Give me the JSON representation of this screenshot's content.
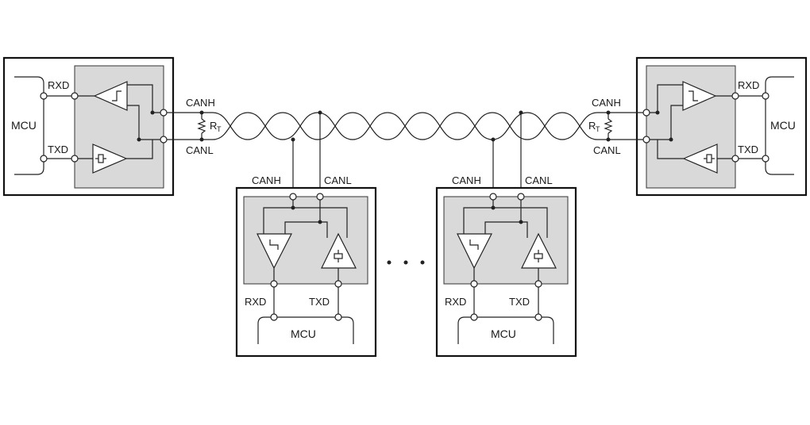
{
  "nodes": {
    "left": {
      "mcu": "MCU",
      "rxd": "RXD",
      "txd": "TXD"
    },
    "right": {
      "mcu": "MCU",
      "rxd": "RXD",
      "txd": "TXD"
    },
    "mid1": {
      "mcu": "MCU",
      "rxd": "RXD",
      "txd": "TXD",
      "canh": "CANH",
      "canl": "CANL"
    },
    "mid2": {
      "mcu": "MCU",
      "rxd": "RXD",
      "txd": "TXD",
      "canh": "CANH",
      "canl": "CANL"
    }
  },
  "bus": {
    "left": {
      "canh": "CANH",
      "canl": "CANL",
      "resistor": "R",
      "resistor_sub": "T"
    },
    "right": {
      "canh": "CANH",
      "canl": "CANL",
      "resistor": "R",
      "resistor_sub": "T"
    }
  },
  "colors": {
    "chip_fill": "#d9d9d9",
    "line": "#222222"
  }
}
